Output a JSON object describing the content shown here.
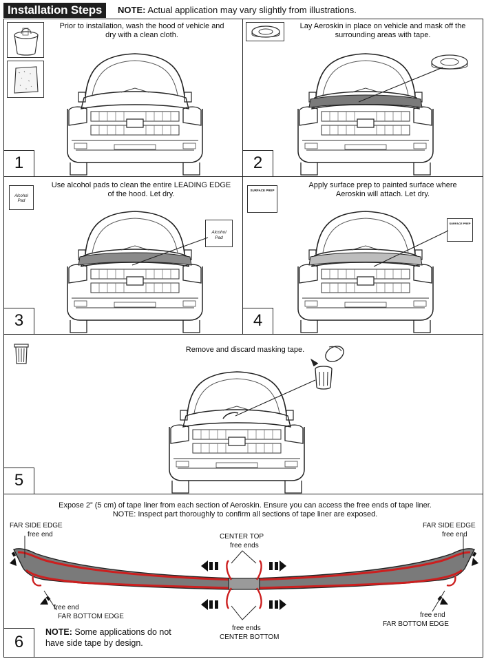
{
  "header": {
    "title": "Installation Steps",
    "note_label": "NOTE:",
    "note_text": "Actual application may vary slightly from illustrations."
  },
  "steps": [
    {
      "number": "1",
      "text": "Prior to installation, wash the hood of vehicle and dry with a clean cloth."
    },
    {
      "number": "2",
      "text": "Lay Aeroskin in place on vehicle and mask off the surrounding areas with tape."
    },
    {
      "number": "3",
      "text": "Use alcohol pads to clean the entire LEADING EDGE of the hood. Let dry.",
      "pad_label_1": "Alcohol",
      "pad_label_2": "Pad"
    },
    {
      "number": "4",
      "text": "Apply surface prep to painted surface where Aeroskin will attach. Let dry.",
      "prep_label": "SURFACE PREP"
    },
    {
      "number": "5",
      "text": "Remove and discard masking tape."
    },
    {
      "number": "6",
      "text_line1": "Expose 2” (5 cm) of tape liner from each section of Aeroskin. Ensure you can access the free ends of tape liner.",
      "text_line2": "NOTE: Inspect part thoroughly to confirm all sections of tape liner are exposed.",
      "labels": {
        "far_side_edge": "FAR SIDE EDGE",
        "free_end": "free end",
        "center_top": "CENTER TOP",
        "free_ends": "free ends",
        "far_bottom_edge": "FAR BOTTOM EDGE",
        "center_bottom": "CENTER BOTTOM"
      },
      "note_label": "NOTE:",
      "note_text_1": "Some applications do not",
      "note_text_2": "have side tape by design."
    }
  ],
  "colors": {
    "tape": "#cc1f1f",
    "part": "#7a7a7a",
    "border": "#222222",
    "header_bg": "#1e1e1e"
  }
}
